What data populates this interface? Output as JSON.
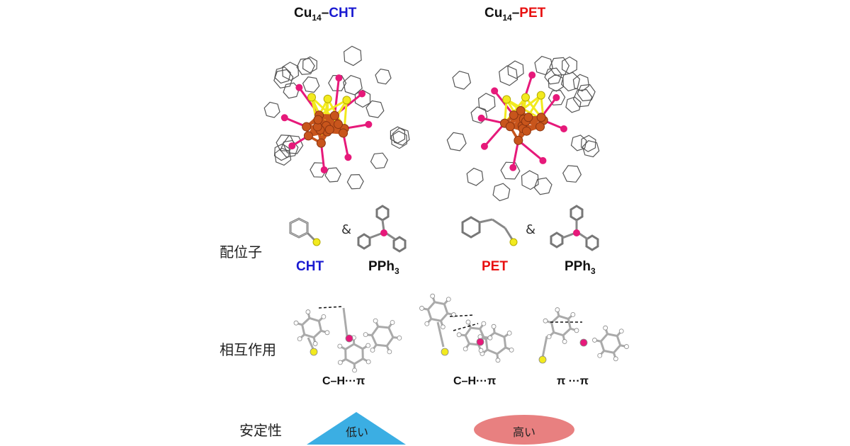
{
  "titles": {
    "left": {
      "prefix": "Cu",
      "sub": "14",
      "dash": "–",
      "ligand": "CHT"
    },
    "right": {
      "prefix": "Cu",
      "sub": "14",
      "dash": "–",
      "ligand": "PET"
    }
  },
  "row_labels": {
    "ligand": "配位子",
    "interaction": "相互作用",
    "stability": "安定性"
  },
  "ligands": {
    "left_thiol": "CHT",
    "left_phosphine": {
      "main": "PPh",
      "sub": "3"
    },
    "right_thiol": "PET",
    "right_phosphine": {
      "main": "PPh",
      "sub": "3"
    },
    "amp": "&"
  },
  "interactions": {
    "left": "C–H···π",
    "right_1": "C–H···π",
    "right_2": "π ···π"
  },
  "stability": {
    "left": "低い",
    "right": "高い"
  },
  "colors": {
    "blue": "#1a1ad1",
    "red": "#e81010",
    "copper": "#c8551c",
    "phosphorus": "#e6197a",
    "sulfur": "#f2ea1e",
    "triangle": "#3baee3",
    "ellipse": "#e88080"
  },
  "icons": [
    "cluster-structure-cht",
    "cluster-structure-pet",
    "ligand-cht",
    "ligand-pph3",
    "ligand-pet",
    "interaction-model"
  ]
}
